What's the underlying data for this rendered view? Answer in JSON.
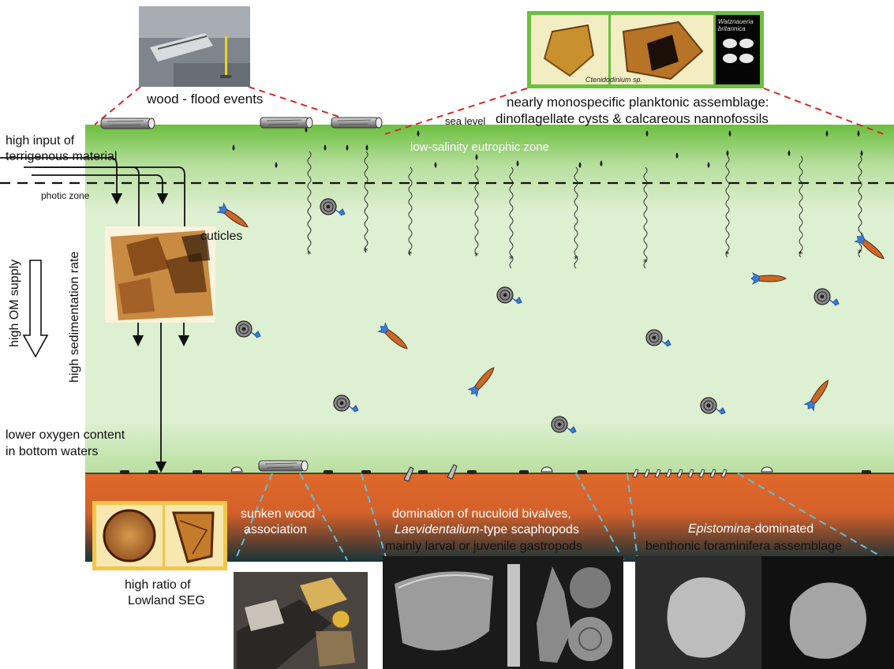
{
  "labels": {
    "wood_flood": "wood - flood events",
    "sea_level": "sea level",
    "plankton_1": "nearly monospecific planktonic assemblage:",
    "plankton_2": "dinoflagellate cysts & calcareous nannofossils",
    "low_salinity": "low-salinity eutrophic zone",
    "high_input_1": "high input of",
    "high_input_2": "terrigenous material",
    "photic_zone": "photic zone",
    "cuticles": "cuticles",
    "om_supply": "high OM supply",
    "sed_rate": "high sedimentation rate",
    "lower_oxygen_1": "lower oxygen content",
    "lower_oxygen_2": "in bottom waters",
    "sunken_1": "sunken wood",
    "sunken_2": "association",
    "nuculoid_1": "domination of nuculoid bivalves,",
    "nuculoid_2_italic": "Laevidentalium",
    "nuculoid_2_rest": "-type scaphopods",
    "nuculoid_3": "mainly larval or juvenile gastropods",
    "epistomina_italic": "Epistomina",
    "epistomina_rest": "-dominated",
    "foram": "benthonic foraminifera assemblage",
    "lowland_1": "high ratio of",
    "lowland_2": "Lowland SEG",
    "ctenidodinium": "Ctenidodinium sp.",
    "watznaueria_1": "Watznaueria",
    "watznaueria_2": "britannica"
  },
  "colors": {
    "surface_green": "#6cbf3f",
    "water_light": "#dff0d0",
    "sediment_orange": "#e0692a",
    "sediment_dark": "#1e3a3a",
    "dash_red": "#d62828",
    "dash_cyan": "#5bc0de",
    "foram_blue": "#3a7bd5",
    "photo_frame_green": "#6cbf3f",
    "palyno_frame": "#f2c54b"
  },
  "icons": [
    "log-icon",
    "ammonite-icon",
    "belemnite-icon",
    "falling-particle-icon",
    "arrow-icon"
  ]
}
